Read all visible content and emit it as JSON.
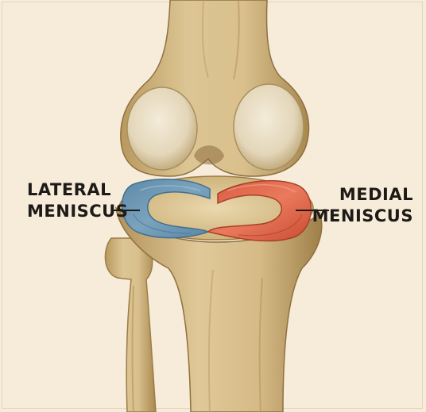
{
  "labels": {
    "lateral": {
      "line1": "LATERAL",
      "line2": "MENISCUS"
    },
    "medial": {
      "line1": "MEDIAL",
      "line2": "MENISCUS"
    }
  },
  "colors": {
    "background": "#f6ecd9",
    "bone": "#d8bf8c",
    "bone_shadow": "#a8884f",
    "cartilage": "#ece2cc",
    "lateral_meniscus": "#6f98b3",
    "medial_meniscus": "#e0654a",
    "leader_line": "#1d1a17"
  },
  "icons": {
    "femur": "femur-bone",
    "tibia": "tibia-bone",
    "fibula": "fibula-bone"
  }
}
